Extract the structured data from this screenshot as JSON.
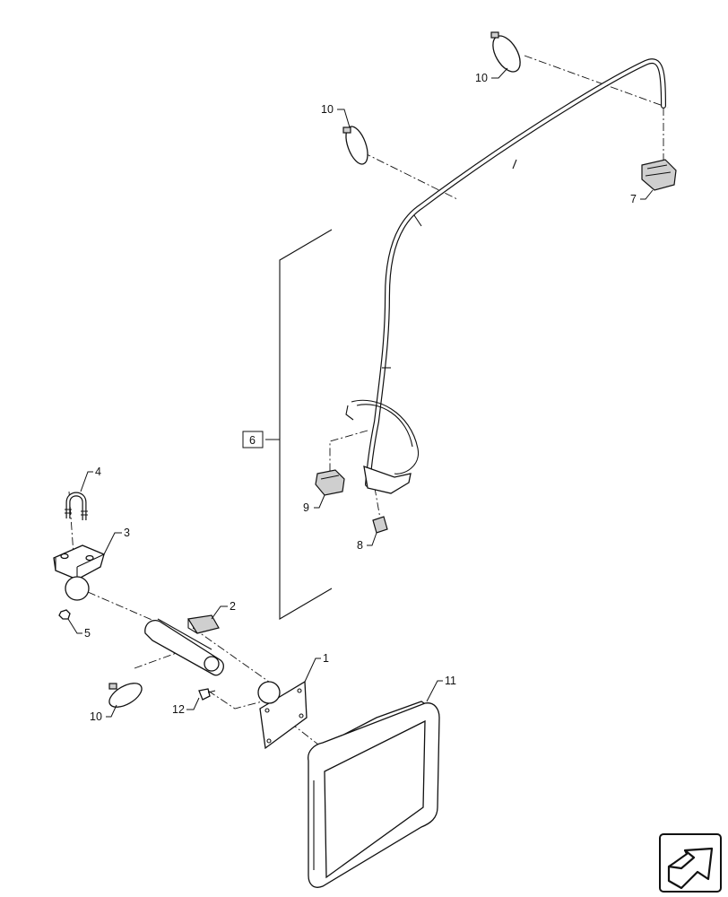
{
  "callouts": {
    "c1": "1",
    "c2": "2",
    "c3": "3",
    "c4": "4",
    "c5": "5",
    "c6": "6",
    "c7": "7",
    "c8": "8",
    "c9": "9",
    "c10a": "10",
    "c10b": "10",
    "c10c": "10",
    "c11": "11",
    "c12": "12"
  },
  "icons": {
    "nav_arrow": "next-page-arrow-icon"
  }
}
